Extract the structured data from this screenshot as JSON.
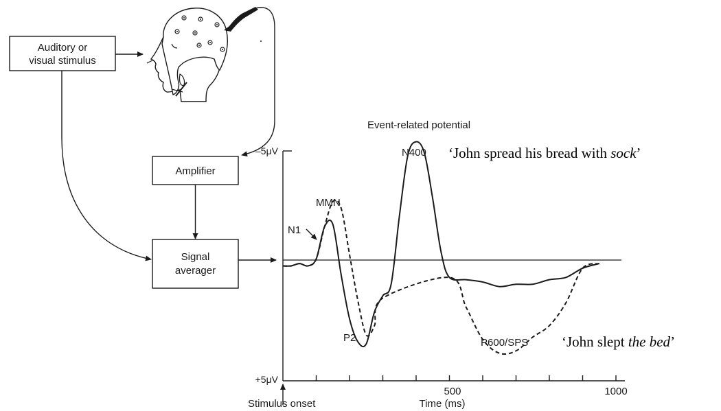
{
  "boxes": {
    "stimulus_line1": "Auditory or",
    "stimulus_line2": "visual stimulus",
    "amplifier": "Amplifier",
    "averager_line1": "Signal",
    "averager_line2": "averager"
  },
  "plot": {
    "title": "Event-related potential",
    "y_top_label": "–5μV",
    "y_bottom_label": "+5μV",
    "x_tick_500": "500",
    "x_tick_1000": "1000",
    "x_axis_label": "Time (ms)",
    "onset_label": "Stimulus onset"
  },
  "components": {
    "n1": "N1",
    "mmn": "MMN",
    "p2": "P2",
    "n400": "N400",
    "p600": "P600/SPS"
  },
  "sentences": {
    "semantic_prefix": "‘John spread his bread with ",
    "semantic_italic": "sock",
    "semantic_suffix": "’",
    "syntactic_prefix": "‘John slept ",
    "syntactic_italic": "the bed",
    "syntactic_suffix": "’"
  },
  "chart_data": {
    "type": "line",
    "title": "Event-related potential",
    "xlabel": "Time (ms)",
    "xlim": [
      0,
      1000
    ],
    "ylim": [
      -5,
      5
    ],
    "y_inverted": true,
    "series": [
      {
        "style": "solid",
        "x": [
          0,
          25,
          50,
          75,
          100,
          125,
          150,
          175,
          200,
          225,
          250,
          275,
          300,
          325,
          350,
          375,
          400,
          425,
          450,
          475,
          500,
          550,
          600,
          650,
          700,
          750,
          800,
          850,
          900,
          950
        ],
        "y": [
          0,
          0,
          -0.1,
          0,
          -0.3,
          -1.7,
          -1.8,
          0.4,
          2.3,
          3.3,
          3.4,
          2.0,
          1.3,
          0.8,
          -2.2,
          -4.8,
          -5.4,
          -4.9,
          -2.9,
          -0.6,
          0.5,
          0.6,
          0.7,
          0.9,
          0.8,
          0.8,
          0.6,
          0.5,
          0.1,
          -0.1
        ]
      },
      {
        "style": "dashed",
        "x": [
          0,
          25,
          50,
          75,
          100,
          125,
          150,
          175,
          200,
          225,
          250,
          275,
          300,
          500,
          550,
          600,
          650,
          700,
          750,
          800,
          850,
          900,
          950
        ],
        "y": [
          0,
          0,
          -0.1,
          0,
          -0.3,
          -1.7,
          -2.8,
          -2.5,
          -0.5,
          1.5,
          3.0,
          2.6,
          1.4,
          0.5,
          1.8,
          3.2,
          3.8,
          3.7,
          3.1,
          2.6,
          1.6,
          0.1,
          -0.1
        ]
      }
    ]
  }
}
